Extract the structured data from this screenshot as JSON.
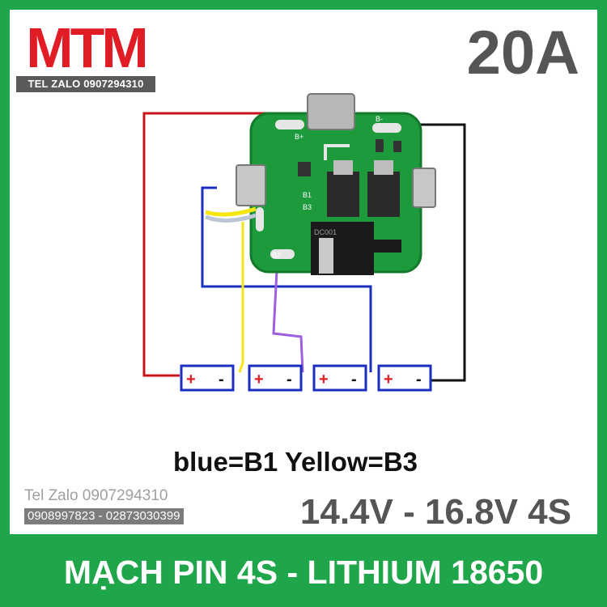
{
  "logo": {
    "text": "MTM",
    "phone_bar": "TEL ZALO 0907294310"
  },
  "rating": "20A",
  "board": {
    "labels": [
      "B+",
      "B-",
      "B1",
      "B3",
      "B2",
      "DC001"
    ]
  },
  "cells": [
    {
      "plus": "+",
      "minus": "-"
    },
    {
      "plus": "+",
      "minus": "-"
    },
    {
      "plus": "+",
      "minus": "-"
    },
    {
      "plus": "+",
      "minus": "-"
    }
  ],
  "legend_text": "blue=B1 Yellow=B3",
  "contact": {
    "line1": "Tel Zalo 0907294310",
    "line2": "0908997823 - 02873030399"
  },
  "voltage": "14.4V - 16.8V 4S",
  "footer": "MẠCH PIN 4S - LITHIUM 18650",
  "colors": {
    "brand_red": "#e11c24",
    "frame_green": "#1fa64a",
    "pcb_green": "#1d9a3c",
    "wire_red": "#c8141c",
    "wire_blue": "#1a2fbf",
    "wire_yellow": "#f5e60f",
    "wire_purple": "#9b5fe0",
    "wire_black": "#111111"
  }
}
